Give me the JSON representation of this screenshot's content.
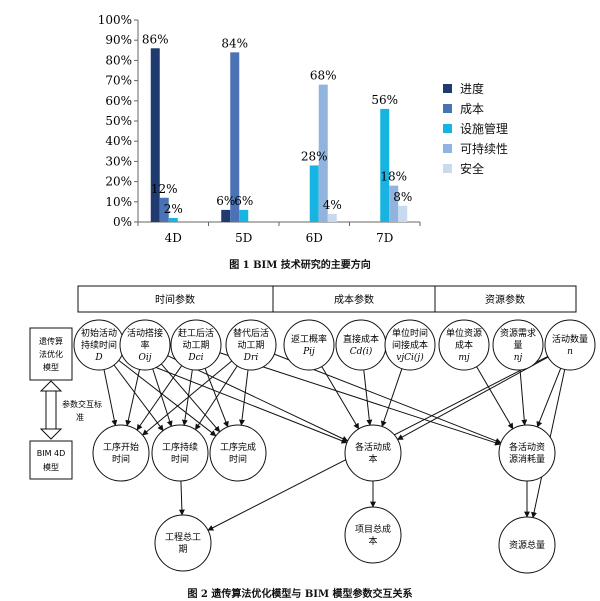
{
  "figure1": {
    "caption": "图 1  BIM 技术研究的主要方向",
    "chart_data": {
      "type": "bar",
      "categories": [
        "4D",
        "5D",
        "6D",
        "7D"
      ],
      "series": [
        {
          "name": "进度",
          "color": "#1f3a6e",
          "values": [
            86,
            6,
            0,
            0
          ],
          "labels": [
            "86%",
            "6%",
            "",
            ""
          ]
        },
        {
          "name": "成本",
          "color": "#4a72b5",
          "values": [
            12,
            84,
            0,
            0
          ],
          "labels": [
            "12%",
            "84%",
            "",
            ""
          ]
        },
        {
          "name": "设施管理",
          "color": "#17b4e2",
          "values": [
            2,
            6,
            28,
            56
          ],
          "labels": [
            "2%",
            "6%",
            "28%",
            "56%"
          ]
        },
        {
          "name": "可持续性",
          "color": "#91b4df",
          "values": [
            0,
            0,
            68,
            18
          ],
          "labels": [
            "",
            "",
            "68%",
            "18%"
          ]
        },
        {
          "name": "安全",
          "color": "#c9d9ee",
          "values": [
            0,
            0,
            4,
            8
          ],
          "labels": [
            "",
            "",
            "4%",
            "8%"
          ]
        }
      ],
      "yticks": [
        "0%",
        "10%",
        "20%",
        "30%",
        "40%",
        "50%",
        "60%",
        "70%",
        "80%",
        "90%",
        "100%"
      ],
      "ylim": [
        0,
        100
      ],
      "legend": "right",
      "grid": false
    }
  },
  "figure2": {
    "caption": "图 2  遗传算法优化模型与 BIM 模型参数交互关系",
    "headers": [
      "时间参数",
      "成本参数",
      "资源参数"
    ],
    "left_box_top": [
      "遗传算",
      "法优化",
      "模型"
    ],
    "left_box_bottom": [
      "BIM 4D",
      "模型"
    ],
    "exchange_label": [
      "参数交互标",
      "准"
    ],
    "params": [
      {
        "lines": [
          "初始活动",
          "持续时间"
        ],
        "sym": "D"
      },
      {
        "lines": [
          "活动搭接",
          "率"
        ],
        "sym": "Oij"
      },
      {
        "lines": [
          "赶工后活",
          "动工期"
        ],
        "sym": "Dci"
      },
      {
        "lines": [
          "替代后活",
          "动工期"
        ],
        "sym": "Dri"
      },
      {
        "lines": [
          "返工概率"
        ],
        "sym": "Pij"
      },
      {
        "lines": [
          "直接成本"
        ],
        "sym": "Cd(i)"
      },
      {
        "lines": [
          "单位时间",
          "间接成本"
        ],
        "sym": "vjCi(j)"
      },
      {
        "lines": [
          "单位资源",
          "成本"
        ],
        "sym": "mj"
      },
      {
        "lines": [
          "资源需求",
          "量"
        ],
        "sym": "nj"
      },
      {
        "lines": [
          "活动数量"
        ],
        "sym": "n"
      }
    ],
    "mid_nodes": [
      [
        "工序开始",
        "时间"
      ],
      [
        "工序持续",
        "时间"
      ],
      [
        "工序完成",
        "时间"
      ],
      [
        "各活动成",
        "本"
      ],
      [
        "各活动资",
        "源消耗量"
      ]
    ],
    "bottom_nodes": [
      [
        "工程总工",
        "期"
      ],
      [
        "项目总成",
        "本"
      ],
      [
        "资源总量"
      ]
    ]
  }
}
